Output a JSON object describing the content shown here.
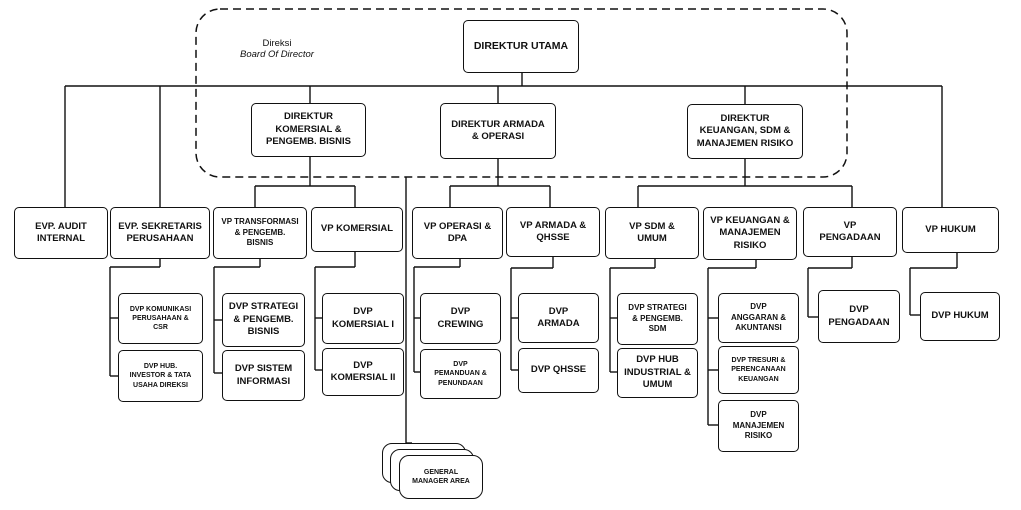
{
  "board": {
    "label": "Direksi",
    "sublabel": "Board Of Director"
  },
  "director_utama": "DIREKTUR UTAMA",
  "directors": {
    "komersial": "DIREKTUR\nKOMERSIAL &\nPENGEMB. BISNIS",
    "armada": "DIREKTUR ARMADA\n& OPERASI",
    "keuangan": "DIREKTUR\nKEUANGAN, SDM &\nMANAJEMEN RISIKO"
  },
  "evps": {
    "audit": "EVP. AUDIT\nINTERNAL",
    "sekretaris": "EVP. SEKRETARIS\nPERUSAHAAN"
  },
  "vps": {
    "transformasi": "VP TRANSFORMASI\n& PENGEMB.\nBISNIS",
    "komersial": "VP KOMERSIAL",
    "operasi": "VP OPERASI &\nDPA",
    "armada": "VP ARMADA &\nQHSSE",
    "sdm": "VP SDM &\nUMUM",
    "keuangan": "VP KEUANGAN &\nMANAJEMEN\nRISIKO",
    "pengadaan": "VP\nPENGADAAN",
    "hukum": "VP HUKUM"
  },
  "dvps": {
    "komunikasi": "DVP KOMUNIKASI\nPERUSAHAAN &\nCSR",
    "hub_investor": "DVP HUB.\nINVESTOR & TATA\nUSAHA DIREKSI",
    "strategi_bisnis": "DVP STRATEGI\n& PENGEMB.\nBISNIS",
    "sistem_informasi": "DVP SISTEM\nINFORMASI",
    "komersial_1": "DVP\nKOMERSIAL I",
    "komersial_2": "DVP\nKOMERSIAL II",
    "crewing": "DVP\nCREWING",
    "pemanduan": "DVP\nPEMANDUAN &\nPENUNDAAN",
    "armada": "DVP\nARMADA",
    "qhsse": "DVP QHSSE",
    "strategi_sdm": "DVP STRATEGI\n& PENGEMB.\nSDM",
    "hub_industrial": "DVP HUB\nINDUSTRIAL &\nUMUM",
    "anggaran": "DVP\nANGGARAN &\nAKUNTANSI",
    "tresuri": "DVP TRESURI &\nPERENCANAAN\nKEUANGAN",
    "manajemen_risiko": "DVP\nMANAJEMEN\nRISIKO",
    "pengadaan": "DVP\nPENGADAAN",
    "hukum": "DVP HUKUM"
  },
  "general_manager": "GENERAL\nMANAGER AREA"
}
